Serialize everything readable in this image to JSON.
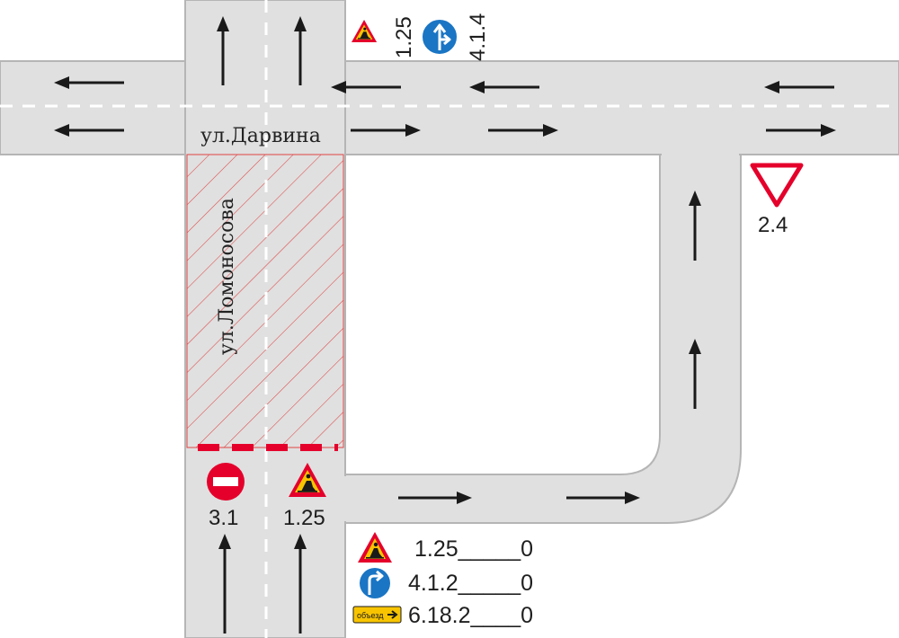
{
  "streets": {
    "horizontal": "ул.Дарвина",
    "vertical": "ул.Ломоносова"
  },
  "signs": {
    "top_roadworks_code": "1.25",
    "top_direction_code": "4.1.4",
    "yield_code": "2.4",
    "no_entry_code": "3.1",
    "bottom_roadworks_code": "1.25"
  },
  "legend": [
    {
      "icon": "roadworks-icon",
      "text": "1.25_____0"
    },
    {
      "icon": "turn-right-icon",
      "text": "4.1.2_____0"
    },
    {
      "icon": "detour-icon",
      "text": "6.18.2____0",
      "icon_text": "объезд"
    }
  ],
  "colors": {
    "road": "#e0e0e0",
    "road_edge": "#b5b5b5",
    "lane_marking": "#ffffff",
    "arrow": "#1a1a1a",
    "closure_hatch": "#e04545",
    "closure_barrier": "#e4002b",
    "sign_red": "#e4002b",
    "sign_yellow": "#f8c400",
    "sign_blue": "#1a75c4"
  }
}
